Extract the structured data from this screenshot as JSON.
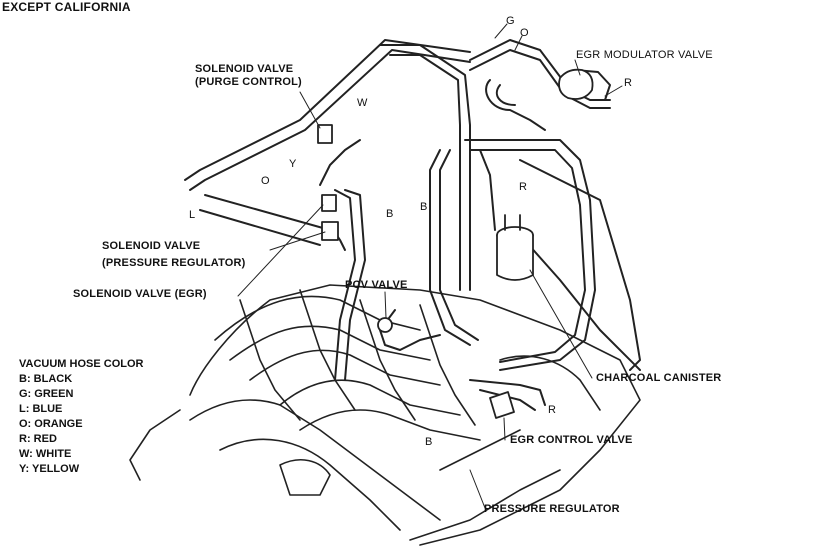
{
  "title": "EXCEPT CALIFORNIA",
  "labels": {
    "solenoid_purge_line1": "SOLENOID VALVE",
    "solenoid_purge_line2": "(PURGE CONTROL)",
    "egr_modulator": "EGR MODULATOR VALVE",
    "solenoid_pressure_line1": "SOLENOID VALVE",
    "solenoid_pressure_line2": "(PRESSURE REGULATOR)",
    "solenoid_egr": "SOLENOID VALVE (EGR)",
    "pcv_valve": "PCV VALVE",
    "charcoal_canister": "CHARCOAL CANISTER",
    "egr_control_valve": "EGR CONTROL VALVE",
    "pressure_regulator": "PRESSURE REGULATOR"
  },
  "hose_letters": {
    "g_top": "G",
    "o_top": "O",
    "r_top": "R",
    "w": "W",
    "y": "Y",
    "o_mid": "O",
    "l": "L",
    "b_mid": "B",
    "b_right": "B",
    "r_mid": "R",
    "r_low": "R",
    "b_low": "B"
  },
  "legend": {
    "heading": "VACUUM HOSE COLOR",
    "items": [
      "B: BLACK",
      "G: GREEN",
      "L: BLUE",
      "O: ORANGE",
      "R: RED",
      "W: WHITE",
      "Y: YELLOW"
    ]
  }
}
